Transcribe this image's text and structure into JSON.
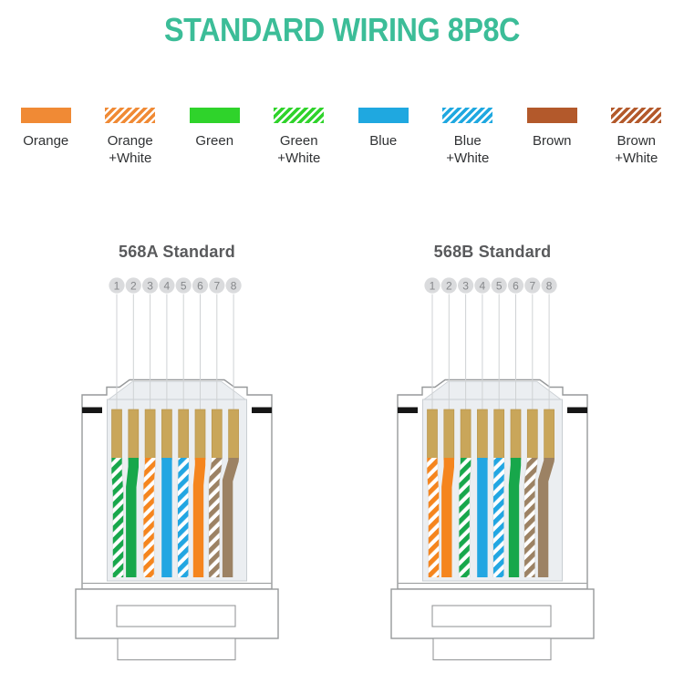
{
  "title": "STANDARD WIRING 8P8C",
  "colors": {
    "title": "#3CBD98",
    "heading": "#595A5C",
    "label": "#303234",
    "pin_circle_fill": "#DADBDD",
    "pin_number": "#85878A",
    "pin_line": "#CFD2D4",
    "body_stroke": "#97999B",
    "panel_fill": "#EBEEF1",
    "panel_stroke": "#C9CED2",
    "latch_black": "#161616",
    "contact_gold": "#C9A65A",
    "contact_edge": "#B8954C",
    "legend_orange": "#F08A35",
    "legend_green": "#2FD32B",
    "legend_blue": "#1FA8E0",
    "legend_brown": "#B3592B",
    "wire_orange": "#F5851E",
    "wire_green": "#17A74B",
    "wire_blue": "#22A6E2",
    "wire_brown": "#9C8264",
    "stripe_white": "#FFFFFF"
  },
  "legend": [
    {
      "name": "orange",
      "label_lines": [
        "Orange"
      ],
      "color": "legend_orange",
      "striped": false
    },
    {
      "name": "orange-white",
      "label_lines": [
        "Orange",
        "+White"
      ],
      "color": "legend_orange",
      "striped": true
    },
    {
      "name": "green",
      "label_lines": [
        "Green"
      ],
      "color": "legend_green",
      "striped": false
    },
    {
      "name": "green-white",
      "label_lines": [
        "Green",
        "+White"
      ],
      "color": "legend_green",
      "striped": true
    },
    {
      "name": "blue",
      "label_lines": [
        "Blue"
      ],
      "color": "legend_blue",
      "striped": false
    },
    {
      "name": "blue-white",
      "label_lines": [
        "Blue",
        "+White"
      ],
      "color": "legend_blue",
      "striped": true
    },
    {
      "name": "brown",
      "label_lines": [
        "Brown"
      ],
      "color": "legend_brown",
      "striped": false
    },
    {
      "name": "brown-white",
      "label_lines": [
        "Brown",
        "+White"
      ],
      "color": "legend_brown",
      "striped": true
    }
  ],
  "connectors": [
    {
      "heading": "568A Standard",
      "pins": [
        "1",
        "2",
        "3",
        "4",
        "5",
        "6",
        "7",
        "8"
      ],
      "wires": [
        "green-white",
        "green",
        "orange-white",
        "blue",
        "blue-white",
        "orange",
        "brown-white",
        "brown"
      ]
    },
    {
      "heading": "568B Standard",
      "pins": [
        "1",
        "2",
        "3",
        "4",
        "5",
        "6",
        "7",
        "8"
      ],
      "wires": [
        "orange-white",
        "orange",
        "green-white",
        "blue",
        "blue-white",
        "green",
        "brown-white",
        "brown"
      ]
    }
  ]
}
